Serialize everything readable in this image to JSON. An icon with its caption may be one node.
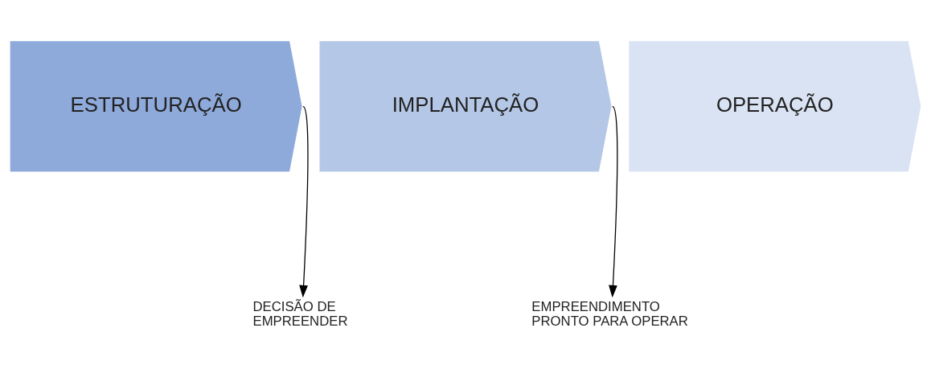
{
  "diagram": {
    "nodes": [
      {
        "text": [
          "ESTRUTURAÇÃO"
        ]
      },
      {
        "text": [
          "IMPLANTAÇÃO"
        ]
      },
      {
        "text": [
          "OPERAÇÃO"
        ]
      },
      {
        "text": [
          "DECISÃO DE EMPREENDER"
        ]
      },
      {
        "text": [
          "EMPREENDIMENTO PRONTO PARA OPERAR"
        ]
      }
    ],
    "edges": [
      {
        "from": 0,
        "to": 3,
        "arrow": "to"
      },
      {
        "from": 1,
        "to": 4,
        "arrow": "to"
      }
    ]
  }
}
